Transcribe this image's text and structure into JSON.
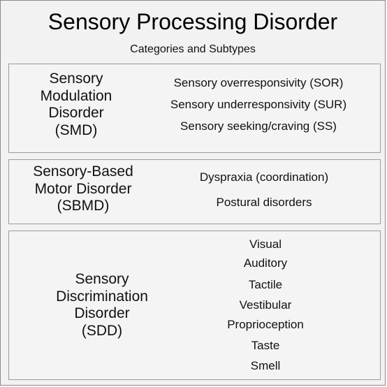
{
  "title": "Sensory Processing Disorder",
  "subtitle": "Categories and Subtypes",
  "categories": [
    {
      "name_lines": [
        "Sensory",
        "Modulation",
        "Disorder",
        "(SMD)"
      ],
      "subtypes": [
        "Sensory overresponsivity (SOR)",
        "Sensory underresponsivity (SUR)",
        "Sensory seeking/craving (SS)"
      ]
    },
    {
      "name_lines": [
        "Sensory-Based",
        "Motor Disorder",
        "(SBMD)"
      ],
      "subtypes": [
        "Dyspraxia (coordination)",
        "Postural disorders"
      ]
    },
    {
      "name_lines": [
        "Sensory",
        "Discrimination",
        "Disorder",
        "(SDD)"
      ],
      "subtypes": [
        "Visual",
        "Auditory",
        "Tactile",
        "Vestibular",
        "Proprioception",
        "Taste",
        "Smell"
      ]
    }
  ]
}
